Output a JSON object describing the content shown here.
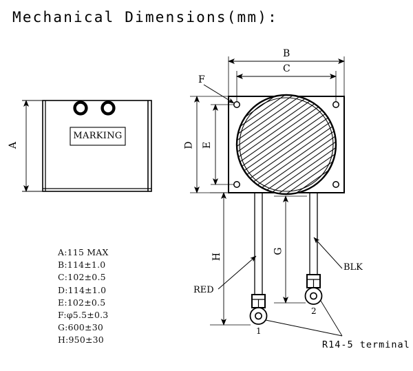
{
  "title": "Mechanical Dimensions(mm):",
  "left_view": {
    "marking_box_label": "MARKING",
    "height_dim_label": "A"
  },
  "right_view": {
    "dims": {
      "B": "B",
      "C": "C",
      "D": "D",
      "E": "E",
      "F": "F",
      "G": "G",
      "H": "H"
    },
    "wires": {
      "red_label": "RED",
      "black_label": "BLK",
      "terminal_1": "1",
      "terminal_2": "2",
      "terminal_note": "R14-5 terminal"
    }
  },
  "specs": [
    "A:115 MAX",
    "B:114±1.0",
    "C:102±0.5",
    "D:114±1.0",
    "E:102±0.5",
    "F:φ5.5±0.3",
    "G:600±30",
    "H:950±30"
  ],
  "colors": {
    "line": "#000000",
    "background": "#ffffff",
    "thin_line": "#222222"
  }
}
